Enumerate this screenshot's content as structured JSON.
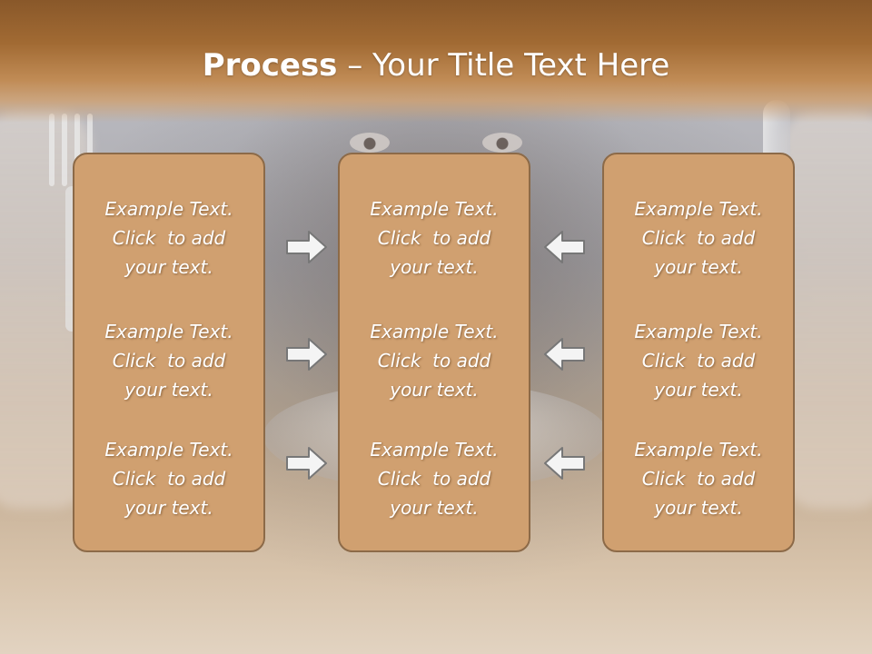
{
  "title": {
    "bold": "Process",
    "rest": " – Your Title Text Here"
  },
  "columns": [
    {
      "items": [
        {
          "lines": [
            "Example Text.",
            "Click  to add",
            "your text."
          ]
        },
        {
          "lines": [
            "Example Text.",
            "Click  to add",
            "your text."
          ]
        },
        {
          "lines": [
            "Example Text.",
            "Click  to add",
            "your text."
          ]
        }
      ]
    },
    {
      "items": [
        {
          "lines": [
            "Example Text.",
            "Click  to add",
            "your text."
          ]
        },
        {
          "lines": [
            "Example Text.",
            "Click  to add",
            "your text."
          ]
        },
        {
          "lines": [
            "Example Text.",
            "Click  to add",
            "your text."
          ]
        }
      ]
    },
    {
      "items": [
        {
          "lines": [
            "Example Text.",
            "Click  to add",
            "your text."
          ]
        },
        {
          "lines": [
            "Example Text.",
            "Click  to add",
            "your text."
          ]
        },
        {
          "lines": [
            "Example Text.",
            "Click  to add",
            "your text."
          ]
        }
      ]
    }
  ],
  "arrows": {
    "left_group": "arrow-right-icon",
    "right_group": "arrow-left-icon"
  },
  "colors": {
    "title_band": "#a16a33",
    "box_fill": "#d0a070",
    "box_border": "#8c6a48",
    "text": "#ffffff"
  }
}
